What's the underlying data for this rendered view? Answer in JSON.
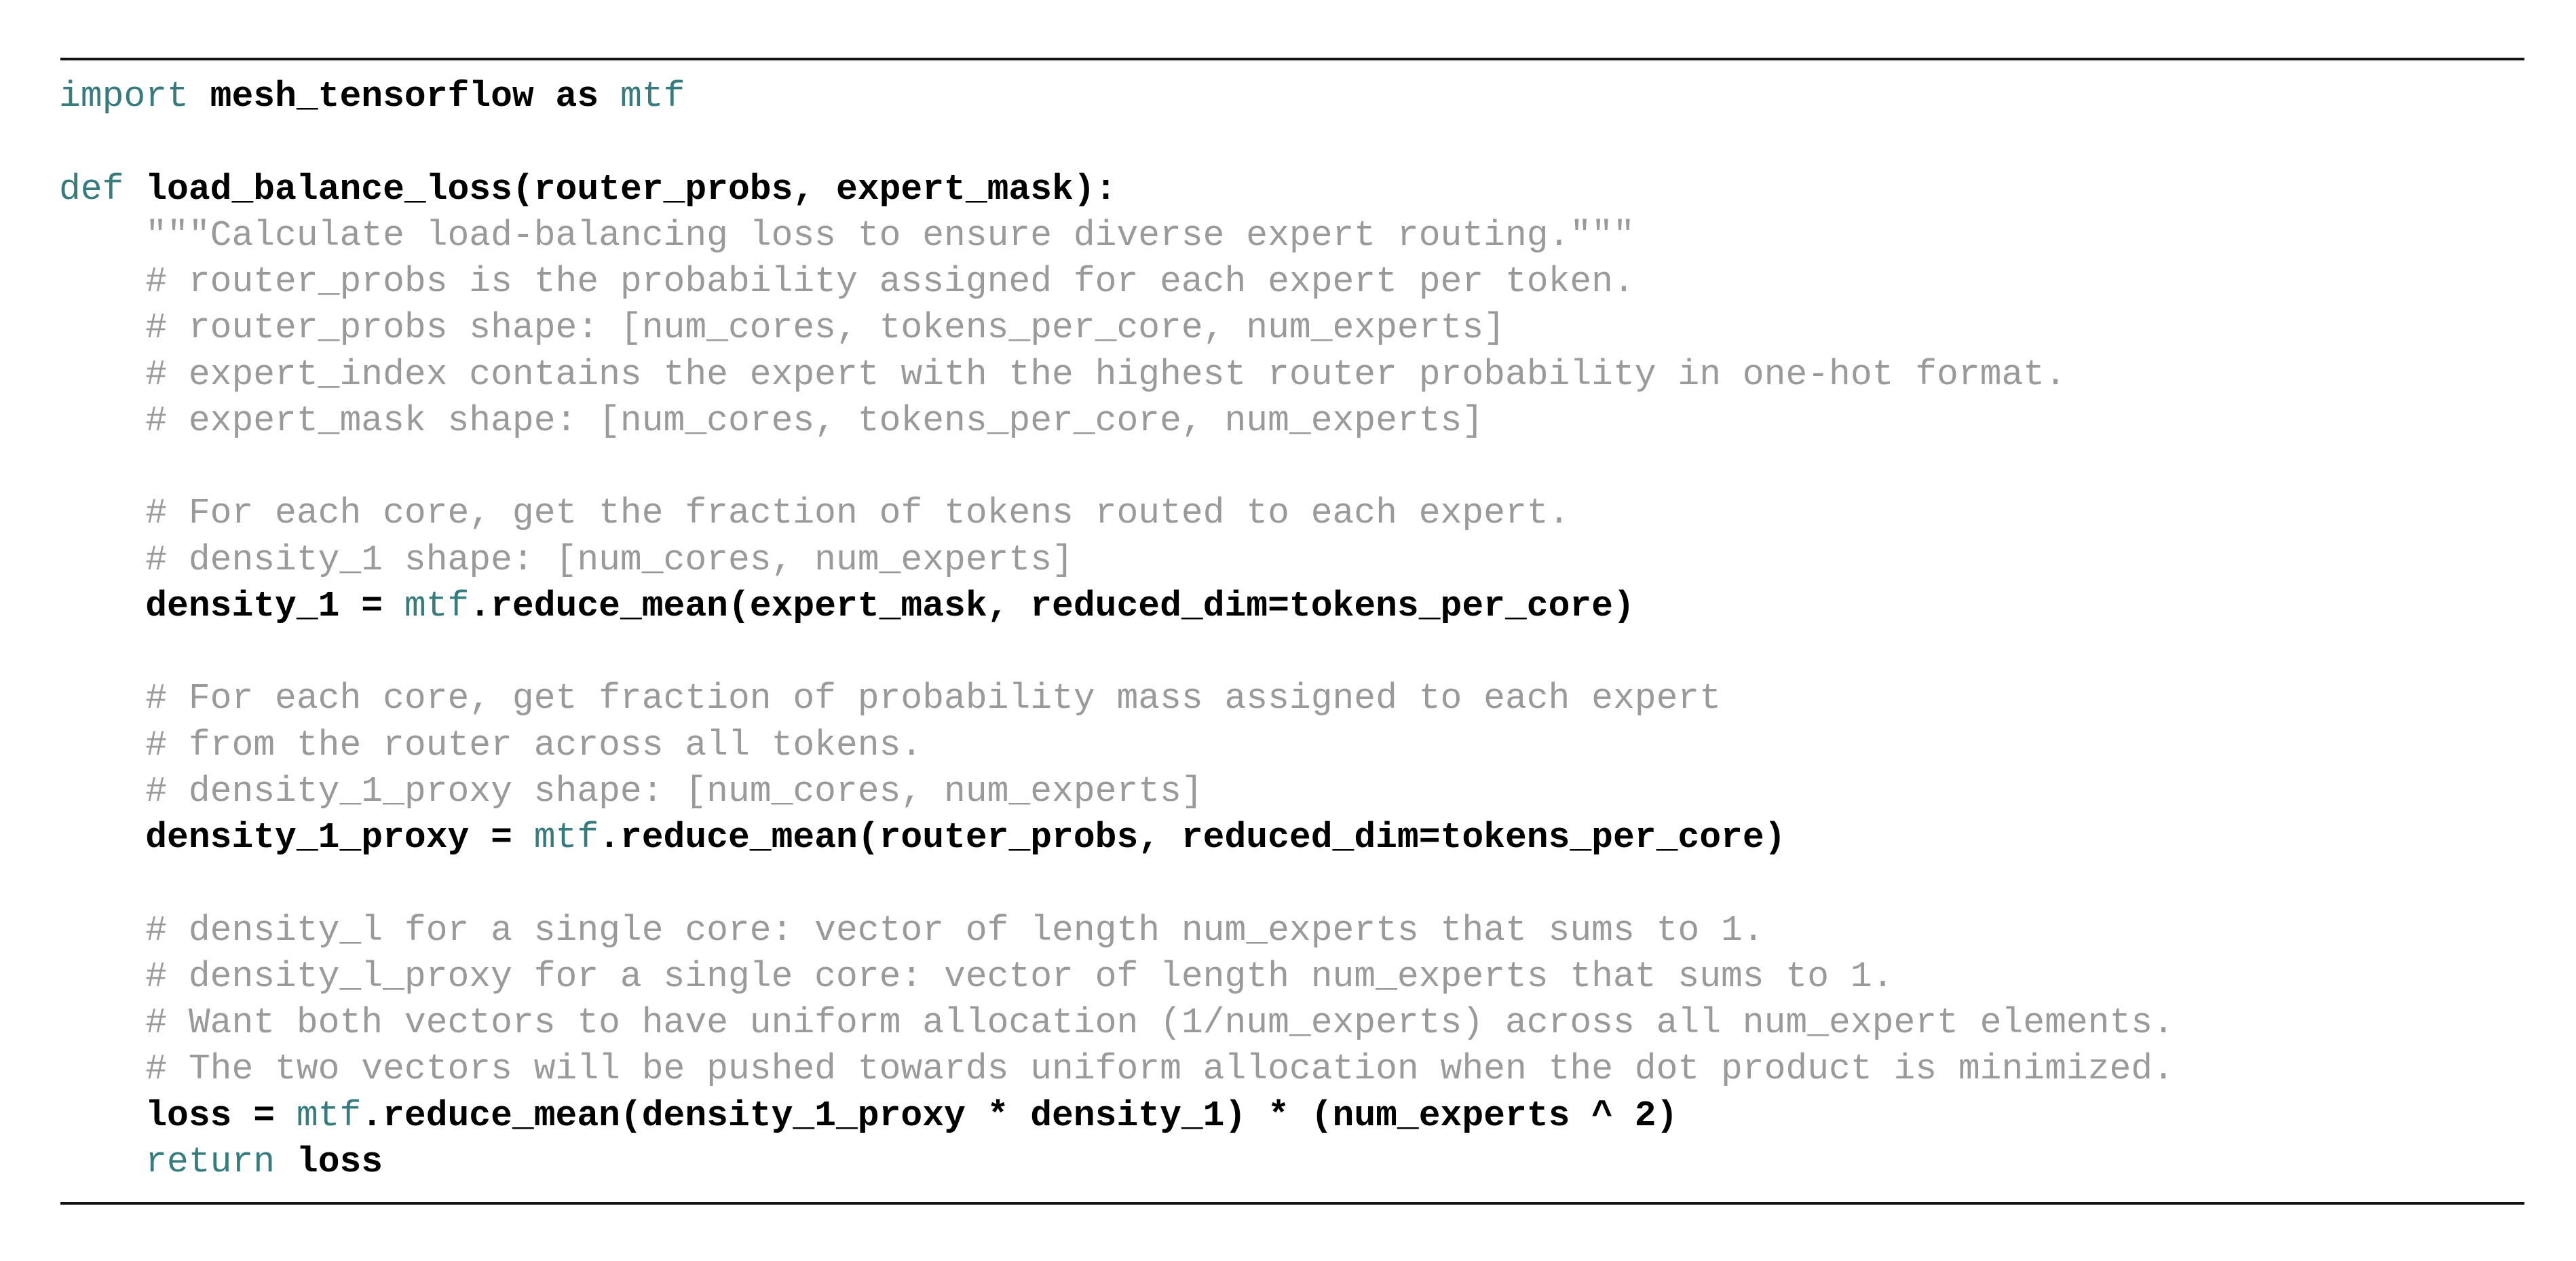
{
  "figure": {
    "language": "python",
    "colors": {
      "keyword": "#367b7d",
      "comment": "#9a9a9a",
      "code": "#000000",
      "rule": "#121212",
      "background": "#ffffff"
    },
    "lines": [
      {
        "segments": [
          {
            "text": "import",
            "type": "keyword"
          },
          {
            "text": " mesh_tensorflow as ",
            "type": "code"
          },
          {
            "text": "mtf",
            "type": "keyword"
          }
        ]
      },
      {
        "segments": []
      },
      {
        "segments": [
          {
            "text": "def",
            "type": "keyword"
          },
          {
            "text": " load_balance_loss(router_probs, expert_mask):",
            "type": "code"
          }
        ]
      },
      {
        "segments": [
          {
            "text": "    \"\"\"Calculate load-balancing loss to ensure diverse expert routing.\"\"\"",
            "type": "comment"
          }
        ]
      },
      {
        "segments": [
          {
            "text": "    # router_probs is the probability assigned for each expert per token.",
            "type": "comment"
          }
        ]
      },
      {
        "segments": [
          {
            "text": "    # router_probs shape: [num_cores, tokens_per_core, num_experts]",
            "type": "comment"
          }
        ]
      },
      {
        "segments": [
          {
            "text": "    # expert_index contains the expert with the highest router probability in one-hot format.",
            "type": "comment"
          }
        ]
      },
      {
        "segments": [
          {
            "text": "    # expert_mask shape: [num_cores, tokens_per_core, num_experts]",
            "type": "comment"
          }
        ]
      },
      {
        "segments": []
      },
      {
        "segments": [
          {
            "text": "    # For each core, get the fraction of tokens routed to each expert.",
            "type": "comment"
          }
        ]
      },
      {
        "segments": [
          {
            "text": "    # density_1 shape: [num_cores, num_experts]",
            "type": "comment"
          }
        ]
      },
      {
        "segments": [
          {
            "text": "    density_1 = ",
            "type": "code"
          },
          {
            "text": "mtf",
            "type": "keyword"
          },
          {
            "text": ".reduce_mean(expert_mask, reduced_dim=tokens_per_core)",
            "type": "code"
          }
        ]
      },
      {
        "segments": []
      },
      {
        "segments": [
          {
            "text": "    # For each core, get fraction of probability mass assigned to each expert",
            "type": "comment"
          }
        ]
      },
      {
        "segments": [
          {
            "text": "    # from the router across all tokens.",
            "type": "comment"
          }
        ]
      },
      {
        "segments": [
          {
            "text": "    # density_1_proxy shape: [num_cores, num_experts]",
            "type": "comment"
          }
        ]
      },
      {
        "segments": [
          {
            "text": "    density_1_proxy = ",
            "type": "code"
          },
          {
            "text": "mtf",
            "type": "keyword"
          },
          {
            "text": ".reduce_mean(router_probs, reduced_dim=tokens_per_core)",
            "type": "code"
          }
        ]
      },
      {
        "segments": []
      },
      {
        "segments": [
          {
            "text": "    # density_l for a single core: vector of length num_experts that sums to 1.",
            "type": "comment"
          }
        ]
      },
      {
        "segments": [
          {
            "text": "    # density_l_proxy for a single core: vector of length num_experts that sums to 1.",
            "type": "comment"
          }
        ]
      },
      {
        "segments": [
          {
            "text": "    # Want both vectors to have uniform allocation (1/num_experts) across all num_expert elements.",
            "type": "comment"
          }
        ]
      },
      {
        "segments": [
          {
            "text": "    # The two vectors will be pushed towards uniform allocation when the dot product is minimized.",
            "type": "comment"
          }
        ]
      },
      {
        "segments": [
          {
            "text": "    loss = ",
            "type": "code"
          },
          {
            "text": "mtf",
            "type": "keyword"
          },
          {
            "text": ".reduce_mean(density_1_proxy * density_1) * (num_experts ^ 2)",
            "type": "code"
          }
        ]
      },
      {
        "segments": [
          {
            "text": "    ",
            "type": "code"
          },
          {
            "text": "return",
            "type": "keyword"
          },
          {
            "text": " loss",
            "type": "code"
          }
        ]
      }
    ]
  }
}
